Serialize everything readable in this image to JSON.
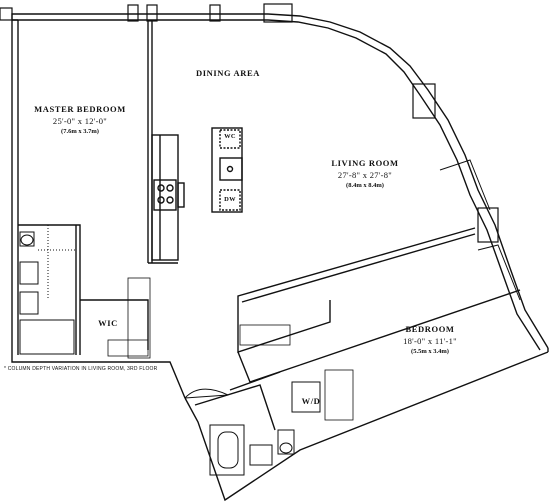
{
  "rooms": {
    "dining": {
      "title": "DINING AREA"
    },
    "master": {
      "title": "MASTER BEDROOM",
      "dims": "25'-0\" x 12'-0\"",
      "metric": "(7.6m x 3.7m)"
    },
    "living": {
      "title": "LIVING ROOM",
      "dims": "27'-8\" x 27'-8\"",
      "metric": "(8.4m x 8.4m)"
    },
    "bedroom": {
      "title": "BEDROOM",
      "dims": "18'-0\" x 11'-1\"",
      "metric": "(5.5m x 3.4m)"
    },
    "wic": {
      "title": "WIC"
    },
    "wd": {
      "title": "W/D"
    }
  },
  "fixtures": {
    "wc": "WC",
    "dw": "DW"
  },
  "note": "* COLUMN DEPTH VARIATION IN LIVING ROOM, 3RD FLOOR"
}
